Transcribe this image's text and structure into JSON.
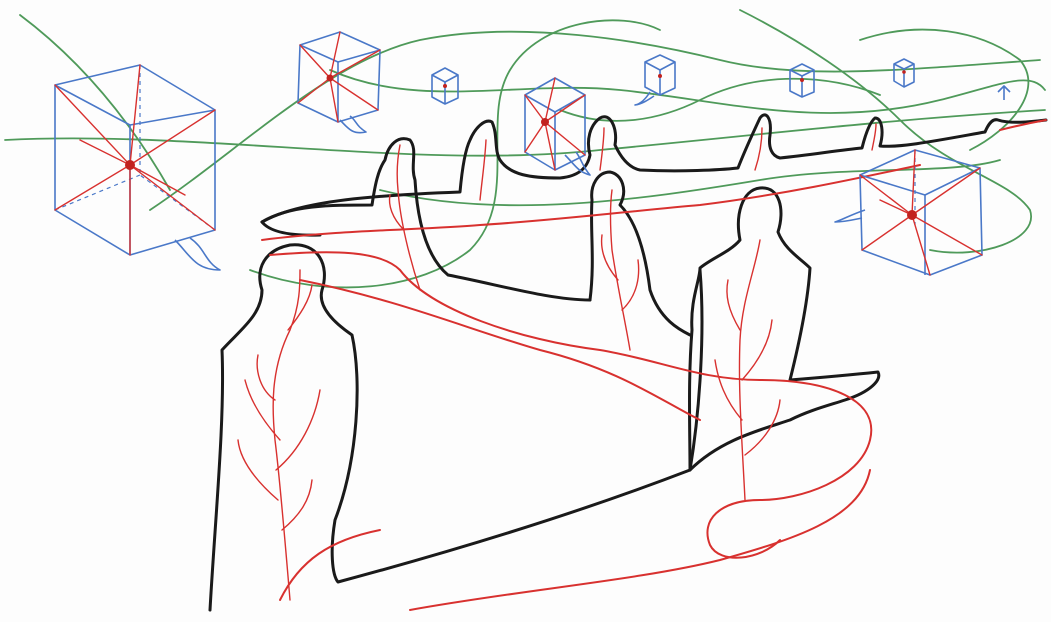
{
  "artwork": {
    "kind": "hand-drawn sketch",
    "colors": {
      "outline": "#1a1a1a",
      "red_lines": "#d8312f",
      "green_lines": "#4f9a5a",
      "blue_cubes": "#4a78c8",
      "background": "#fdfdfd"
    },
    "figures_count": 8,
    "cubes_count": 8
  }
}
